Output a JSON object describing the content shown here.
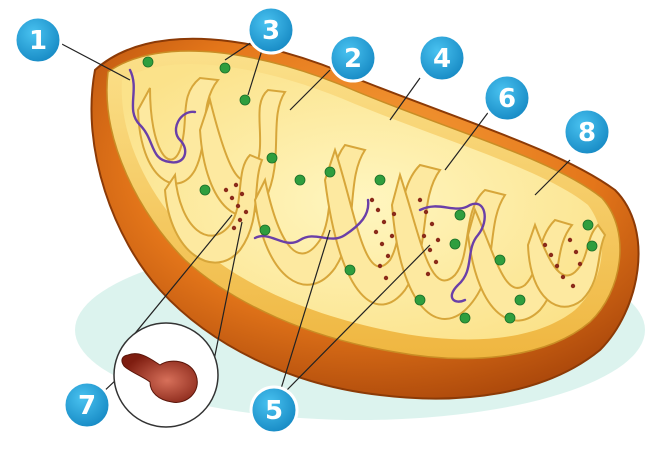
{
  "callouts": [
    {
      "id": "1",
      "label": "1"
    },
    {
      "id": "2",
      "label": "2"
    },
    {
      "id": "3",
      "label": "3"
    },
    {
      "id": "4",
      "label": "4"
    },
    {
      "id": "5",
      "label": "5"
    },
    {
      "id": "6",
      "label": "6"
    },
    {
      "id": "7",
      "label": "7"
    },
    {
      "id": "8",
      "label": "8"
    }
  ],
  "colors": {
    "background": "#ffffff",
    "shadow": "#cdeee6",
    "outer_membrane": "#e47a16",
    "outer_membrane_dark": "#b24f0a",
    "inner_rim": "#f7c85a",
    "matrix": "#fff1a2",
    "cristae": "#fde9a0",
    "cristae_edge": "#d7a63a",
    "dna": "#6a3fa8",
    "ribosome": "#2f9e3e",
    "atp_synthase_dots": "#8a2a1a",
    "callout_fill": "#1e9fd6",
    "callout_ring": "#ffffff",
    "leader_line": "#222222"
  },
  "icons": {
    "magnified_particle": "atp-synthase-particle-icon"
  }
}
